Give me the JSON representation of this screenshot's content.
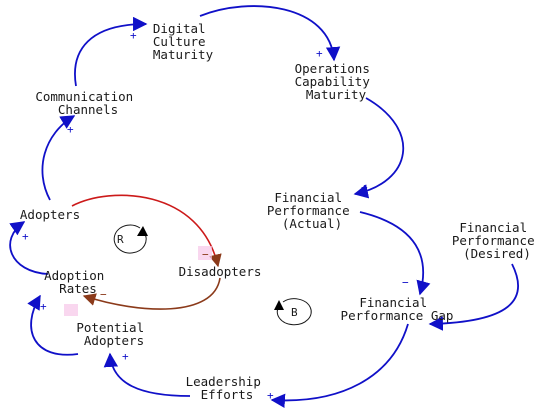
{
  "nodes": {
    "digital_culture": [
      "Digital",
      "Culture",
      "Maturity"
    ],
    "ops_capability": [
      "Operations",
      "Capability",
      "Maturity"
    ],
    "communication": [
      "Communication",
      "Channels"
    ],
    "fin_actual": [
      "Financial",
      "Performance",
      "(Actual)"
    ],
    "fin_desired": [
      "Financial",
      "Performance",
      "(Desired)"
    ],
    "adopters": [
      "Adopters"
    ],
    "disadopters": [
      "Disadopters"
    ],
    "adoption_rates": [
      "Adoption",
      "Rates"
    ],
    "fin_gap": [
      "Financial",
      "Performance Gap"
    ],
    "potential_adopters": [
      "Potential",
      "Adopters"
    ],
    "leadership": [
      "Leadership",
      "Efforts"
    ]
  },
  "loops": {
    "reinforcing": "R",
    "balancing": "B"
  },
  "polarity": {
    "pos": "+",
    "neg": "−"
  },
  "colors": {
    "link": "#1010c8",
    "adopt_link": "#cc1a1a",
    "disadopt_link": "#8b3a1a",
    "text": "#1a1a1a"
  }
}
